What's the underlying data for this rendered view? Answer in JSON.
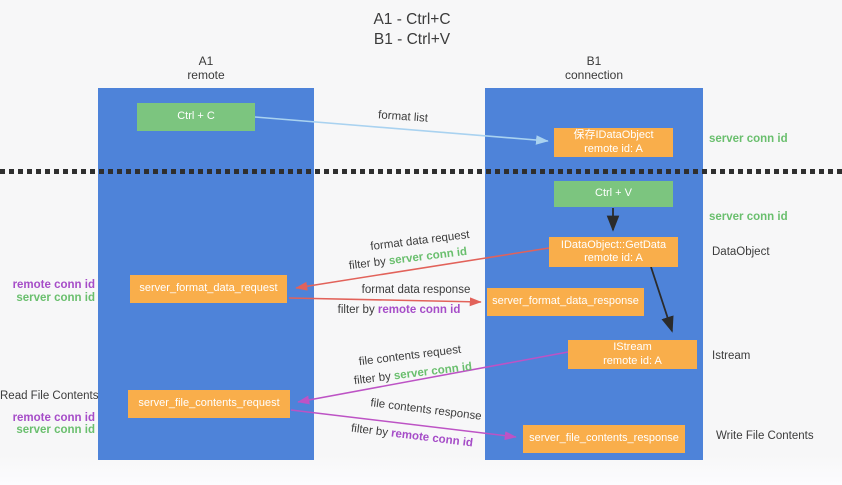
{
  "title": {
    "line1": "A1 - Ctrl+C",
    "line2": "B1 - Ctrl+V"
  },
  "columns": {
    "a1": {
      "name": "A1",
      "subtitle": "remote"
    },
    "b1": {
      "name": "B1",
      "subtitle": "connection"
    }
  },
  "boxes": {
    "ctrl_c": {
      "label": "Ctrl + C"
    },
    "ctrl_v": {
      "label": "Ctrl + V"
    },
    "save_idataobject": {
      "line1": "保存IDataObject",
      "line2": "remote id: A"
    },
    "getdata": {
      "line1": "IDataObject::GetData",
      "line2": "remote id: A"
    },
    "istream": {
      "line1": "IStream",
      "line2": "remote id: A"
    },
    "format_request": {
      "label": "server_format_data_request"
    },
    "format_response": {
      "label": "server_format_data_response"
    },
    "file_request": {
      "label": "server_file_contents_request"
    },
    "file_response": {
      "label": "server_file_contents_response"
    }
  },
  "flow_labels": {
    "format_list": "format list",
    "format_data_request": "format data request",
    "filter_server_1": {
      "prefix": "filter by",
      "highlight": "server conn id"
    },
    "format_data_response": "format data response",
    "filter_remote_1": {
      "prefix": "filter by",
      "highlight": "remote conn id"
    },
    "file_contents_request": "file contents request",
    "filter_server_2": {
      "prefix": "filter by",
      "highlight": "server conn id"
    },
    "file_contents_response": "file contents response",
    "filter_remote_2": {
      "prefix": "filter by",
      "highlight": "remote conn id"
    }
  },
  "side_labels": {
    "left": [
      {
        "text": "remote conn id",
        "color": "purple"
      },
      {
        "text": "server conn id",
        "color": "green"
      },
      {
        "text": "Read File Contents",
        "color": "dark"
      },
      {
        "text": "remote conn id",
        "color": "purple"
      },
      {
        "text": "server conn id",
        "color": "green"
      }
    ],
    "right": [
      {
        "text": "server conn id",
        "color": "green"
      },
      {
        "text": "server conn id",
        "color": "green"
      },
      {
        "text": "DataObject",
        "color": "dark"
      },
      {
        "text": "Istream",
        "color": "dark"
      },
      {
        "text": "Write File Contents",
        "color": "dark"
      }
    ]
  },
  "colors": {
    "column_blue": "#4e83d9",
    "box_green": "#7cc57f",
    "box_orange": "#f9ae4b",
    "arrow_blue": "#a9d2f0",
    "arrow_red": "#e2625a",
    "arrow_magenta": "#bd53c5",
    "arrow_black": "#2b2b2b",
    "label_green": "#6abf6e",
    "label_purple": "#a64dc8",
    "text_dark": "#3c3c3c"
  }
}
